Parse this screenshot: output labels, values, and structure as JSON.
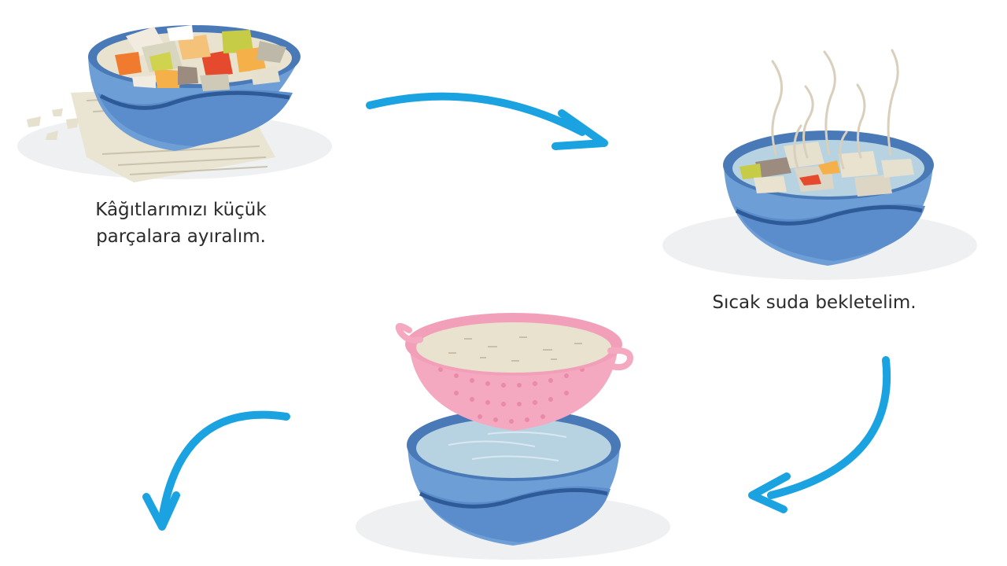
{
  "steps": [
    {
      "caption_line1": "Kâğıtlarımızı küçük",
      "caption_line2": "parçalara ayıralım."
    },
    {
      "caption": "Sıcak suda bekletelim."
    }
  ],
  "colors": {
    "bowl": "#6d9fd6",
    "bowl_dark": "#4a79b8",
    "bowl_wave": "#2e5a98",
    "arrow": "#1aa3e0",
    "colander": "#f4a9c0",
    "water": "#b7d3e2",
    "shadow": "#eef0f2"
  },
  "icons": [
    "bowl-paper-pieces",
    "bowl-soaking-steam",
    "bowl-colander",
    "arrow-right",
    "arrow-down",
    "arrow-left",
    "arrow-left-down"
  ]
}
